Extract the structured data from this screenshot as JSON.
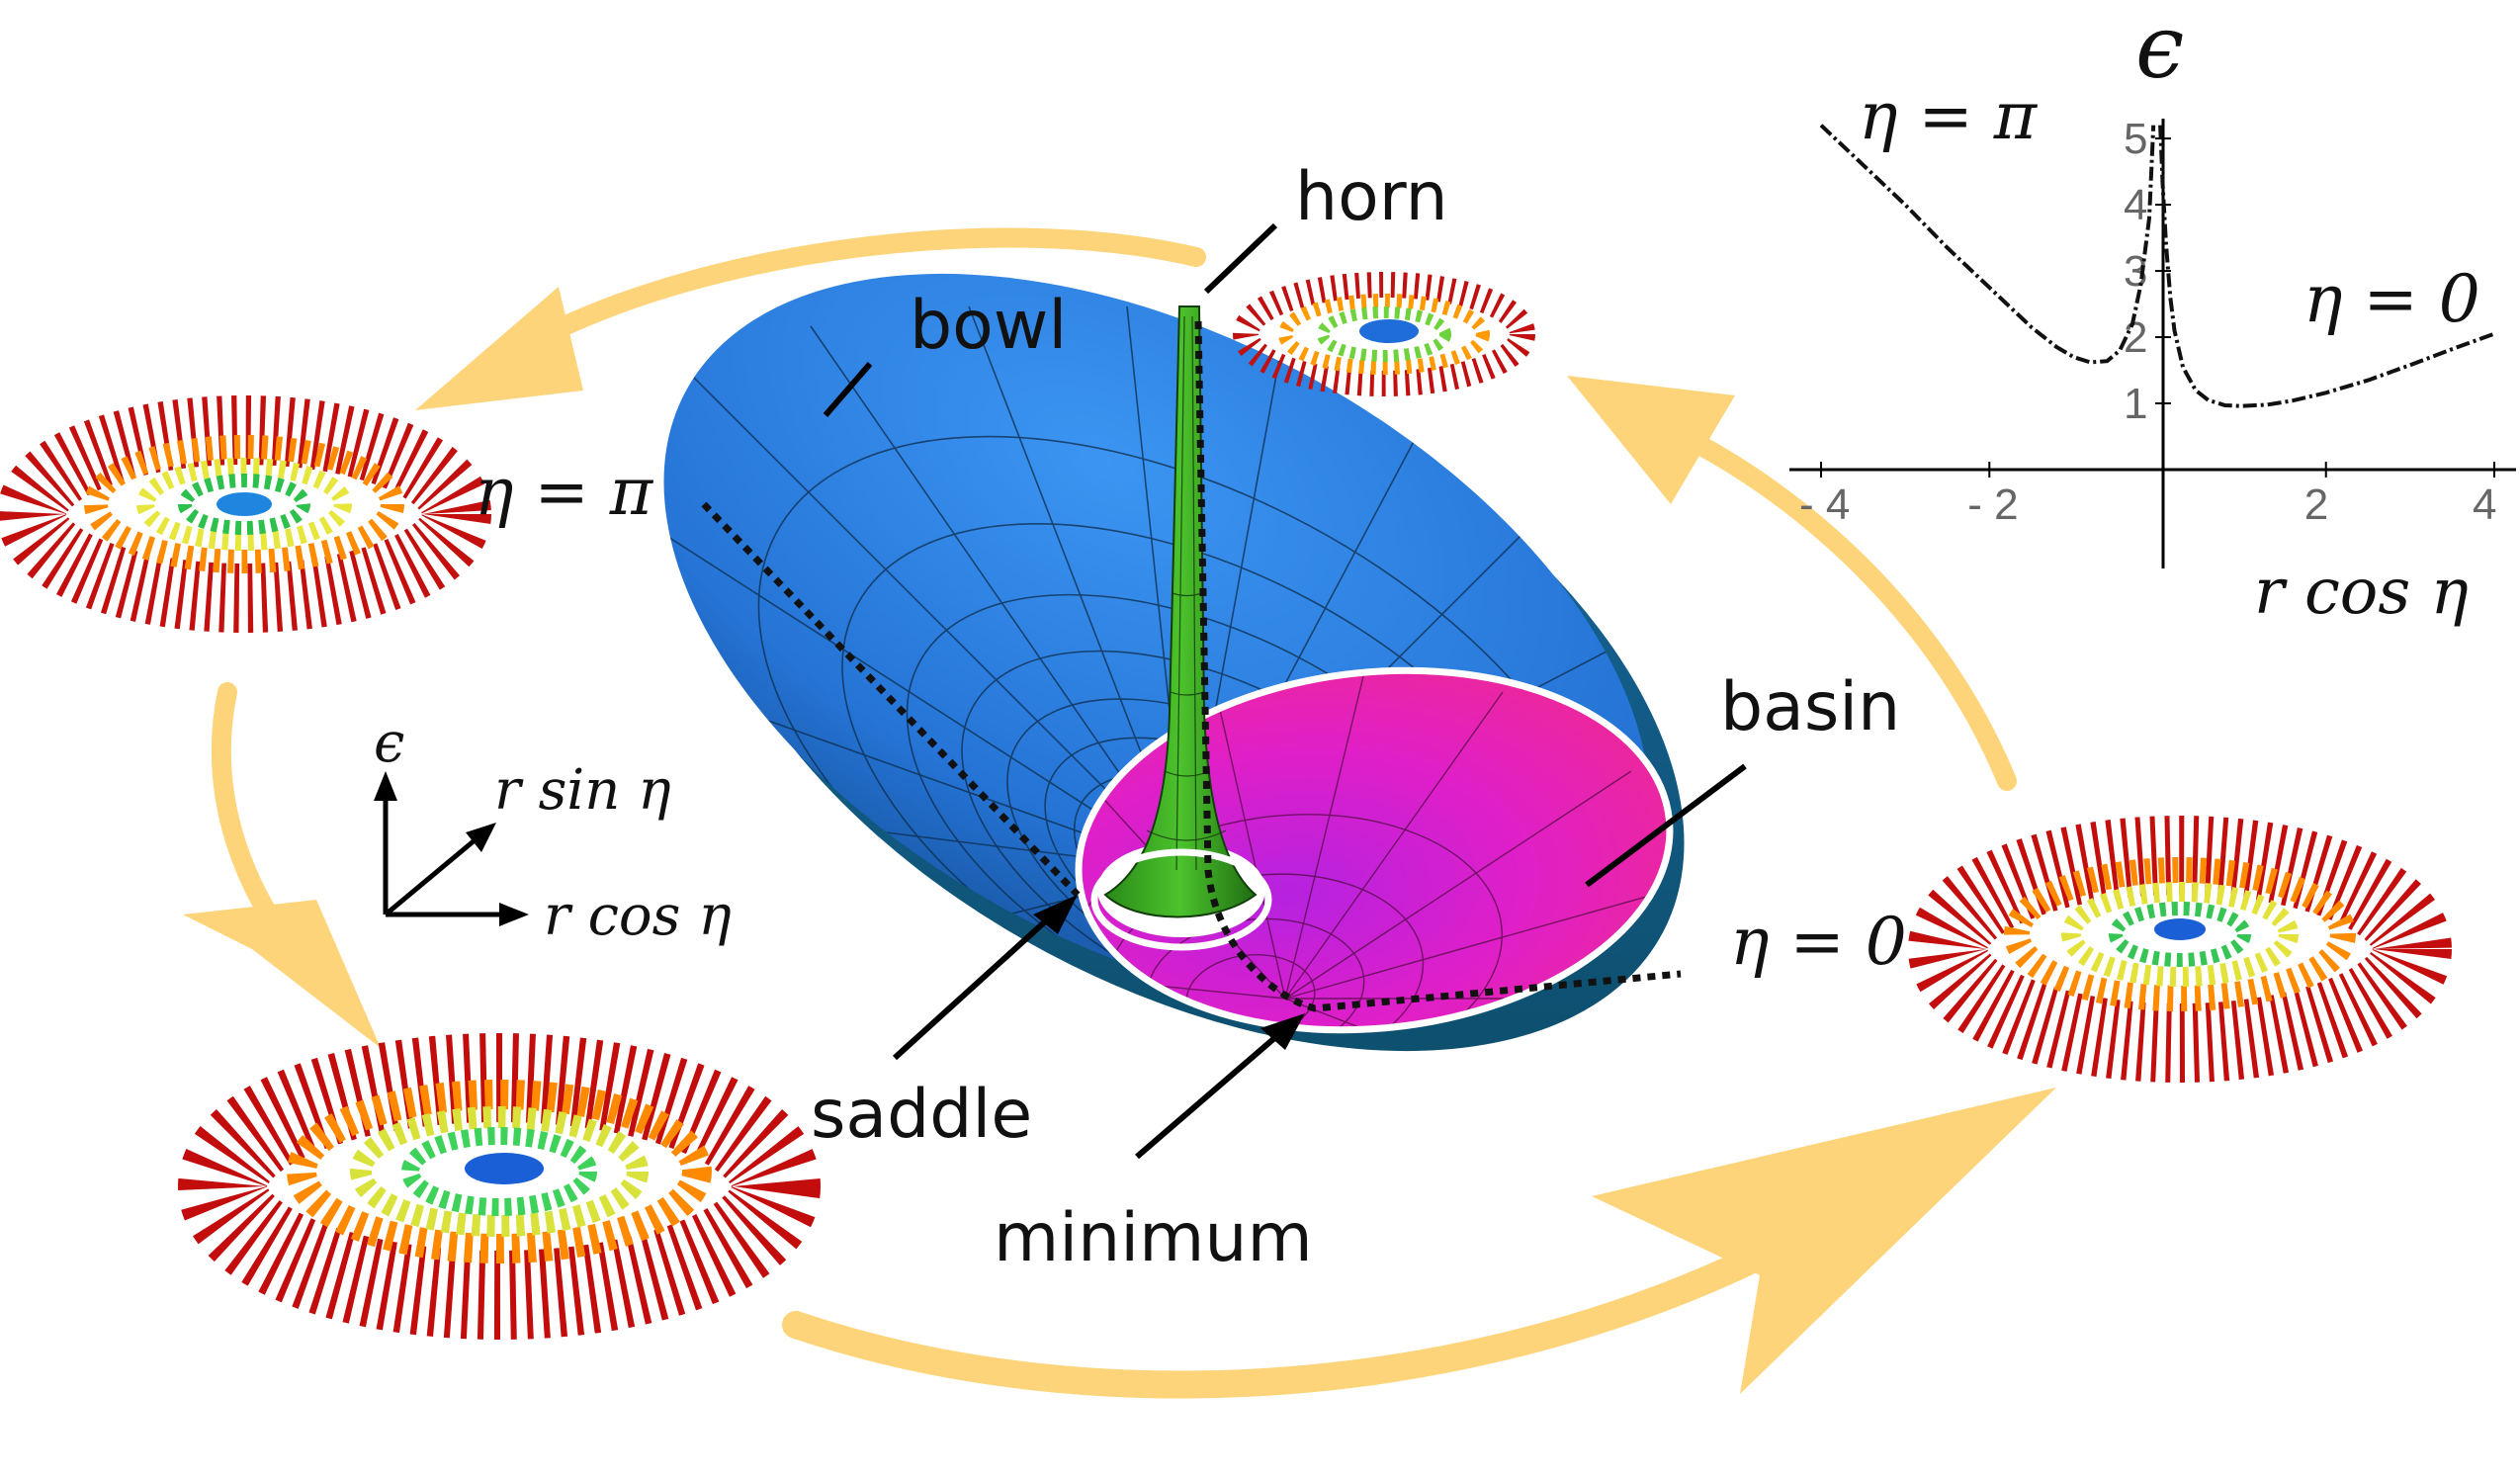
{
  "labels": {
    "horn": "horn",
    "bowl": "bowl",
    "basin": "basin",
    "saddle": "saddle",
    "minimum": "minimum",
    "eta_pi": "η = π",
    "eta_zero": "η = 0"
  },
  "axes3d": {
    "vertical": "ϵ",
    "diagonal": "r sin η",
    "horizontal": "r cos η"
  },
  "chart_data": {
    "type": "line",
    "xlabel": "r cos η",
    "ylabel": "ϵ",
    "xlim": [
      -4.2,
      4.2
    ],
    "ylim": [
      0,
      5.3
    ],
    "xticks": [
      -4,
      -2,
      2,
      4
    ],
    "yticks": [
      1,
      2,
      3,
      4,
      5
    ],
    "xtick_labels": [
      "- 4",
      "- 2",
      "2",
      "4"
    ],
    "ytick_labels": [
      "1",
      "2",
      "3",
      "4",
      "5"
    ],
    "annotations": [
      "η = π",
      "η = 0"
    ],
    "series": [
      {
        "x": [
          -4.0,
          -3.5,
          -3.0,
          -2.5,
          -2.0,
          -1.5,
          -1.2,
          -1.0,
          -0.8,
          -0.6,
          -0.45,
          -0.3,
          -0.2,
          -0.1,
          -0.05
        ],
        "y": [
          5.2,
          4.6,
          4.0,
          3.35,
          2.75,
          2.15,
          1.85,
          1.7,
          1.62,
          1.64,
          1.8,
          2.2,
          2.8,
          3.8,
          5.2
        ]
      },
      {
        "x": [
          0.03,
          0.06,
          0.1,
          0.15,
          0.2,
          0.3,
          0.45,
          0.6,
          0.8,
          1.0,
          1.3,
          1.6,
          2.0,
          2.5,
          3.0,
          3.5,
          4.0
        ],
        "y": [
          5.2,
          4.3,
          3.4,
          2.6,
          2.1,
          1.55,
          1.2,
          1.05,
          0.97,
          0.96,
          0.98,
          1.04,
          1.16,
          1.35,
          1.58,
          1.82,
          2.05
        ]
      }
    ]
  },
  "colors": {
    "bowl": "#2b7fe0",
    "basin": "#e81fa8",
    "horn": "#2f9a1c",
    "arrow": "#fdd47a"
  }
}
